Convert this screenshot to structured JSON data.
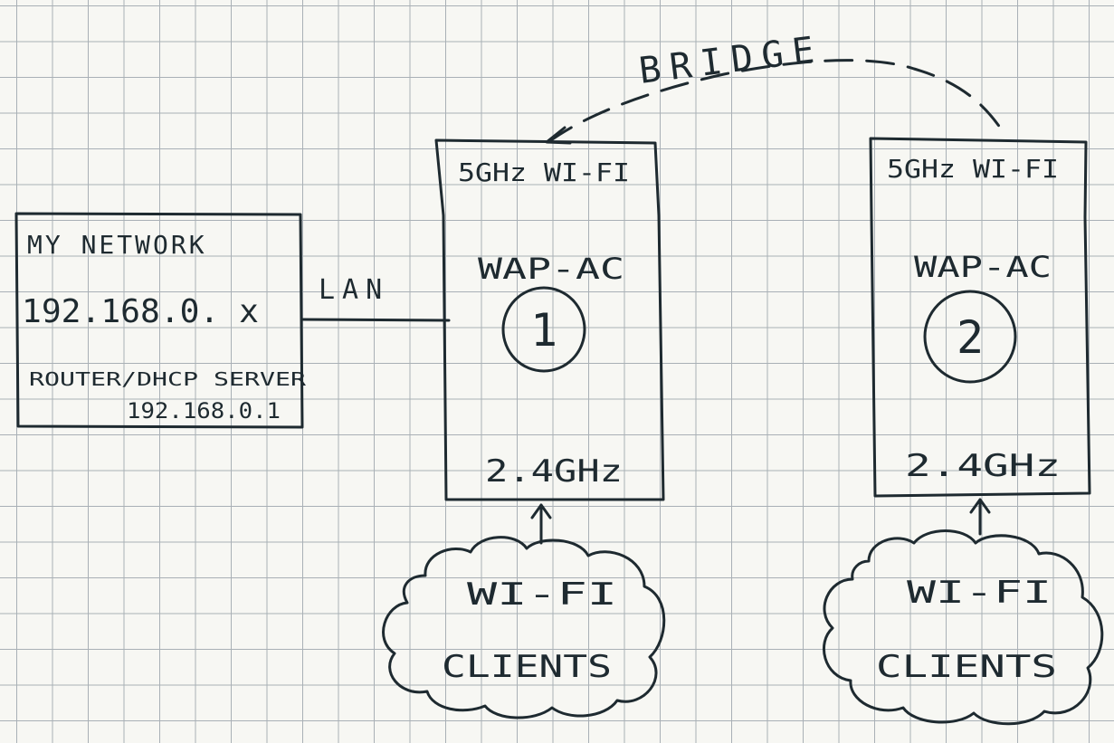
{
  "network_box": {
    "title": "MY NETWORK",
    "subnet": "192.168.0. x",
    "router_label": "ROUTER/DHCP SERVER",
    "router_ip": "192.168.0.1"
  },
  "lan_label": "LAN",
  "bridge_label": "BRIDGE",
  "access_points": [
    {
      "band_top": "5GHz WI-FI",
      "model": "WAP-AC",
      "number": "1",
      "band_bottom": "2.4GHz"
    },
    {
      "band_top": "5GHz WI-FI",
      "model": "WAP-AC",
      "number": "2",
      "band_bottom": "2.4GHz"
    }
  ],
  "client_clouds": [
    {
      "line1": "WI-FI",
      "line2": "CLIENTS"
    },
    {
      "line1": "WI-FI",
      "line2": "CLIENTS"
    }
  ],
  "colors": {
    "ink": "#1e2a30",
    "paper": "#f7f7f3",
    "grid": "#a9b0b6"
  }
}
